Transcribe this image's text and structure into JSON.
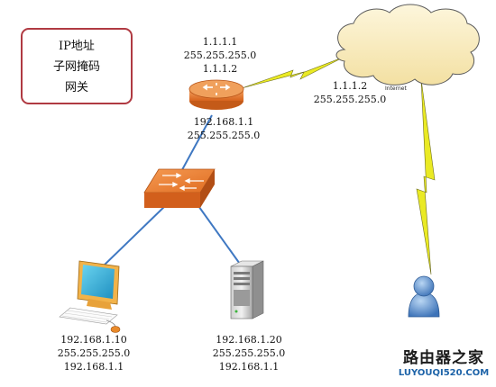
{
  "legend": {
    "line1": "IP地址",
    "line2": "子网掩码",
    "line3": "网关"
  },
  "router_top": {
    "line1": "1.1.1.1",
    "line2": "255.255.255.0",
    "line3": "1.1.1.2"
  },
  "router_bottom": {
    "line1": "192.168.1.1",
    "line2": "255.255.255.0"
  },
  "isp": {
    "line1": "1.1.1.2",
    "line2": "255.255.255.0"
  },
  "cloud_label": "Internet",
  "pc": {
    "ip": "192.168.1.10",
    "mask": "255.255.255.0",
    "gateway": "192.168.1.1"
  },
  "server": {
    "ip": "192.168.1.20",
    "mask": "255.255.255.0",
    "gateway": "192.168.1.1"
  },
  "watermark": {
    "title": "路由器之家",
    "url": "LUYOUQI520.COM"
  },
  "colors": {
    "link_line": "#3f78c2",
    "lightning": "#e8e821",
    "cloud": "#f8eab8",
    "router": "#e27a2f",
    "switch": "#e27a2f",
    "legend_border": "#b03a42"
  }
}
